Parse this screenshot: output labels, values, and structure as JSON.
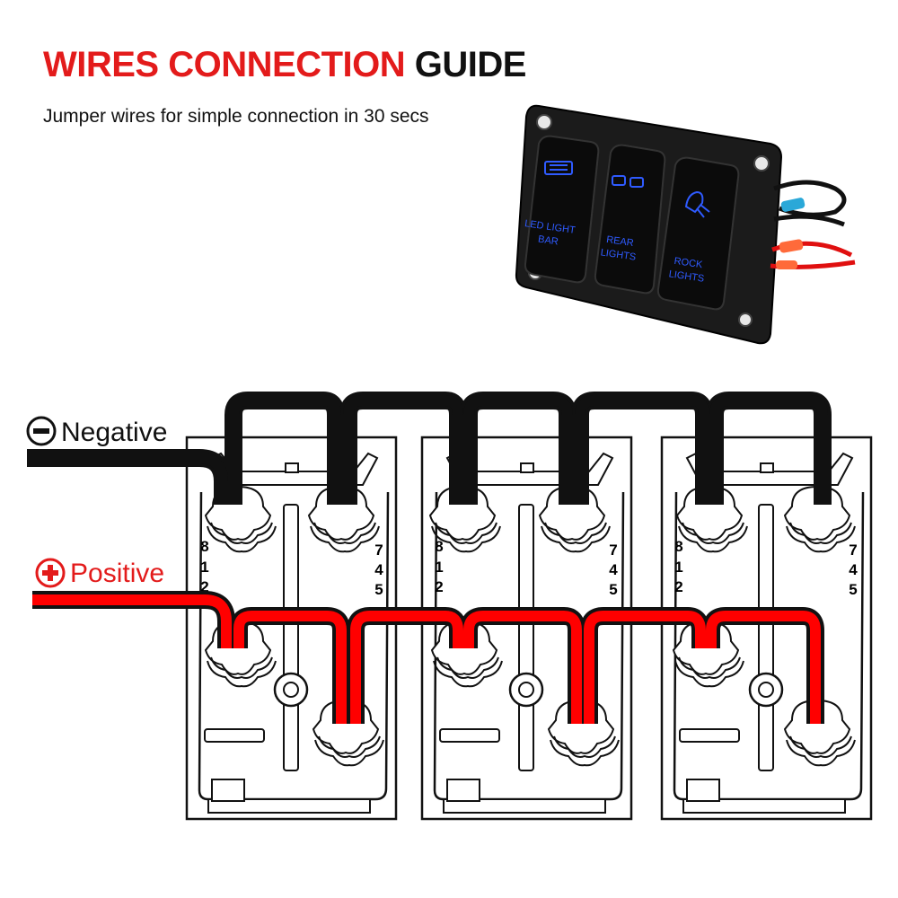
{
  "title": {
    "part1": "WIRES CONNECTION",
    "part2": "GUIDE"
  },
  "subtitle": "Jumper wires for simple connection in 30 secs",
  "panel": {
    "switches": [
      {
        "line1": "LED LIGHT",
        "line2": "BAR"
      },
      {
        "line1": "REAR",
        "line2": "LIGHTS"
      },
      {
        "line1": "ROCK",
        "line2": "LIGHTS"
      }
    ]
  },
  "legend": {
    "negative": "Negative",
    "positive": "Positive"
  },
  "pins": {
    "left": [
      "8",
      "1",
      "2"
    ],
    "right": [
      "7",
      "4",
      "5"
    ]
  },
  "colors": {
    "title_red": "#e31b1b",
    "negative_wire": "#111111",
    "positive_wire": "#ff0000",
    "switch_glow": "#2f5bff"
  }
}
